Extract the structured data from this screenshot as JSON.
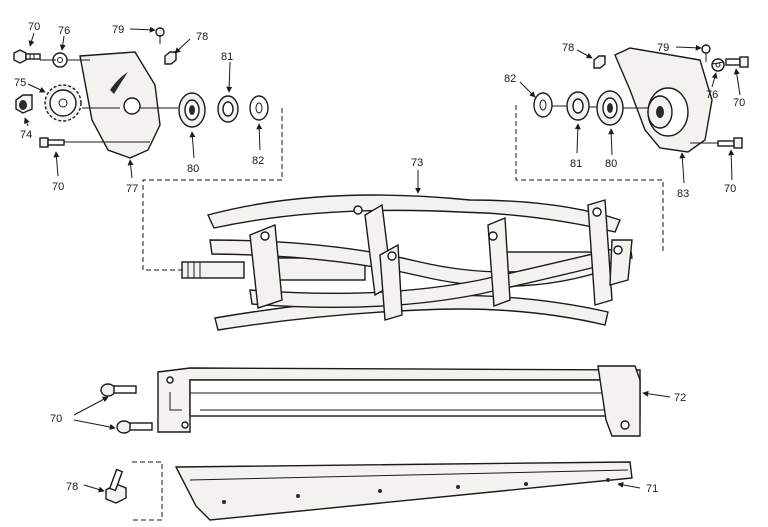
{
  "diagram": {
    "labels": {
      "l70a": "70",
      "l76a": "76",
      "l79a": "79",
      "l78a": "78",
      "l75": "75",
      "l74": "74",
      "l70b": "70",
      "l77": "77",
      "l80a": "80",
      "l81a": "81",
      "l82a": "82",
      "l73": "73",
      "l78b": "78",
      "l79b": "79",
      "l82b": "82",
      "l81b": "81",
      "l80b": "80",
      "l83": "83",
      "l76b": "76",
      "l70c": "70",
      "l70d": "70",
      "l78c": "78",
      "l72": "72",
      "l70e": "70",
      "l71": "71"
    }
  }
}
